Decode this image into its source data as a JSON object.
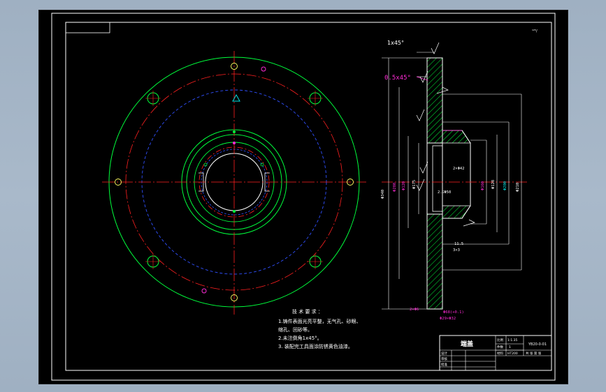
{
  "drawing": {
    "background": "#000000",
    "colors": {
      "outline": "#ffffff",
      "green": "#00ff3c",
      "centerline_red": "#ff2020",
      "hidden_blue": "#3050ff",
      "dimension_magenta": "#ff2bd6",
      "dimension_cyan": "#00e0e0",
      "hatch_green": "#00ff3c",
      "yellow": "#ffd000"
    },
    "roughness_top_right": "¹²⁵/",
    "views": {
      "front_view": "circular-end-cover",
      "section_view": "flange-cross-section"
    },
    "dimensions": {
      "chamfer_top": "1x45°",
      "chamfer_magenta": "0.5x45°",
      "fit_1": "2×Φ42",
      "fit_2": "2.5ֿΦ50",
      "depth_1": "11.5",
      "depth_2": "3×3",
      "bottom_fit_1": "Φ68(+0.1)",
      "bottom_fit_2": "Φ29×Φ32",
      "bottom_left": "2×Φ6",
      "vertical_dims": [
        "Φ340",
        "Φ280",
        "Φ120",
        "Φ175",
        "Φ160",
        "Φ128",
        "Φ200",
        "Φ210"
      ]
    },
    "technical_requirements": {
      "title": "技 术 要 求 ：",
      "items": [
        "1.铸件表面光亮平整，无气孔、砂眼、",
        "  缩孔、回砂等。",
        "2.未注倒角1x45°。",
        "3. 装配完工具面涂防锈黄色油漆。"
      ]
    },
    "title_block": {
      "part_name": "端盖",
      "drawing_no": "YB20-0-01",
      "scale_label": "比例",
      "scale_value": "1:1.35",
      "qty_label": "件数",
      "qty_value": "1",
      "material_label": "材料",
      "material_value": "HT200",
      "sheet_info": "共 张 第 张",
      "designer_label": "设计",
      "checker_label": "审核",
      "approver_label": "批准"
    }
  }
}
